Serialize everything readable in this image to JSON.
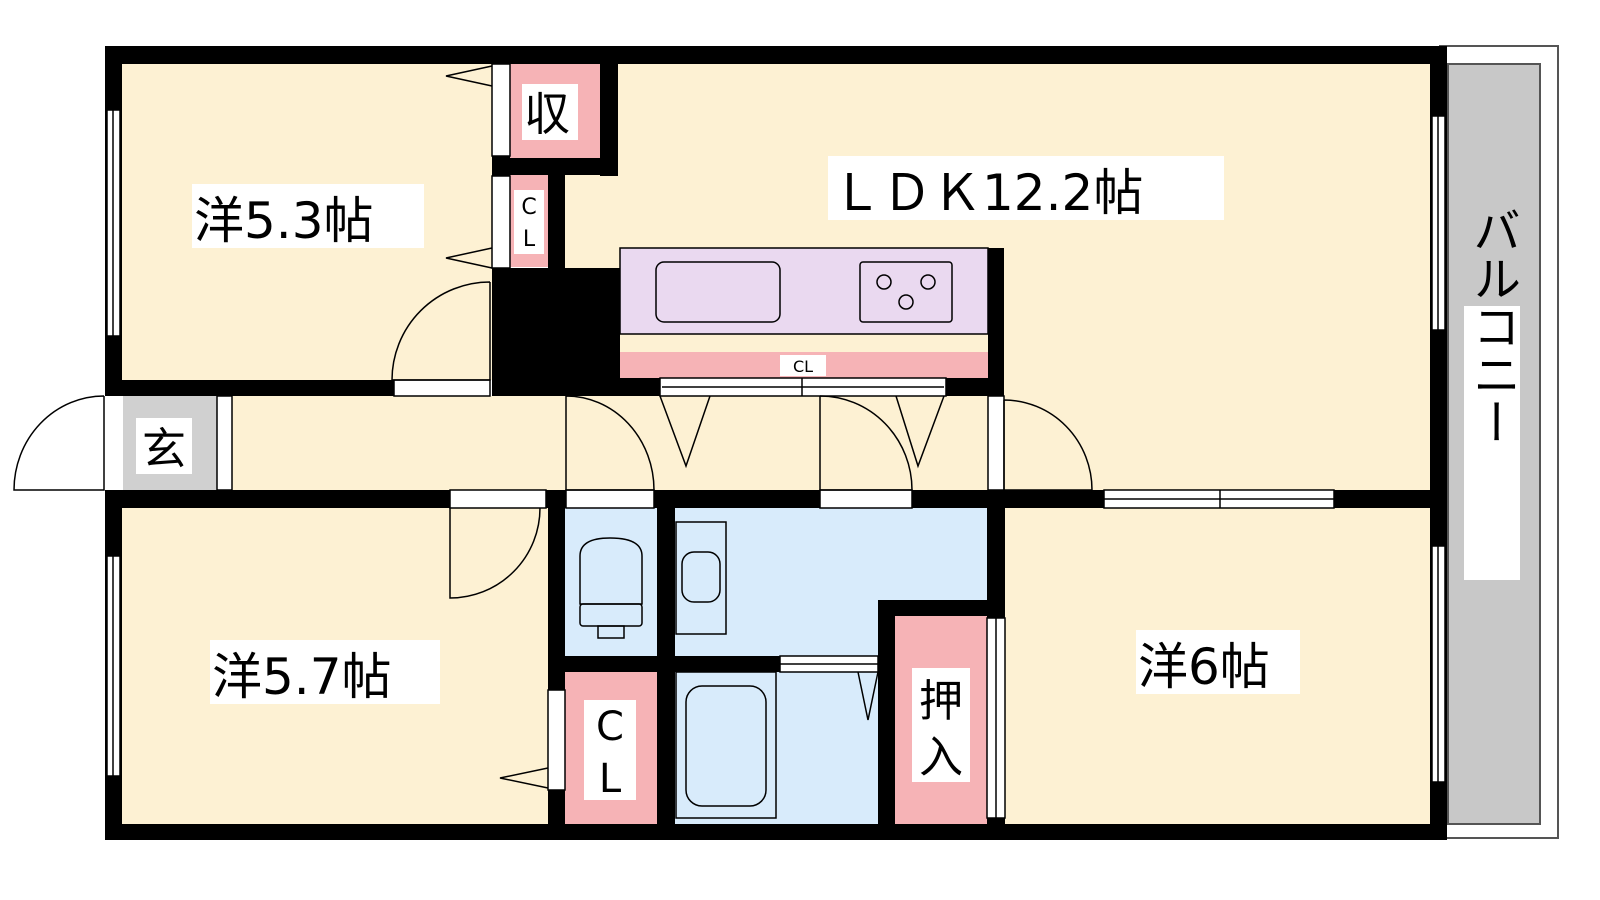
{
  "rooms": {
    "bed_nw": "洋5.3帖",
    "ldk": "ＬＤＫ12.2帖",
    "bed_sw": "洋5.7帖",
    "bed_se": "洋6帖"
  },
  "storage": {
    "shu": "収",
    "cl_small_1": "C",
    "cl_small_2": "L",
    "cl_kitchen": "CL",
    "cl_sw_1": "C",
    "cl_sw_2": "L",
    "oshiire_1": "押",
    "oshiire_2": "入"
  },
  "entrance": "玄",
  "balcony": "バルコニー",
  "colors": {
    "room": "#fdf1d3",
    "storage": "#f6b3b6",
    "wet": "#d8ebfb",
    "kitchen": "#ead9f0",
    "balcony": "#c8c8c8",
    "entrance": "#d0d0d0",
    "wall": "#000000"
  }
}
